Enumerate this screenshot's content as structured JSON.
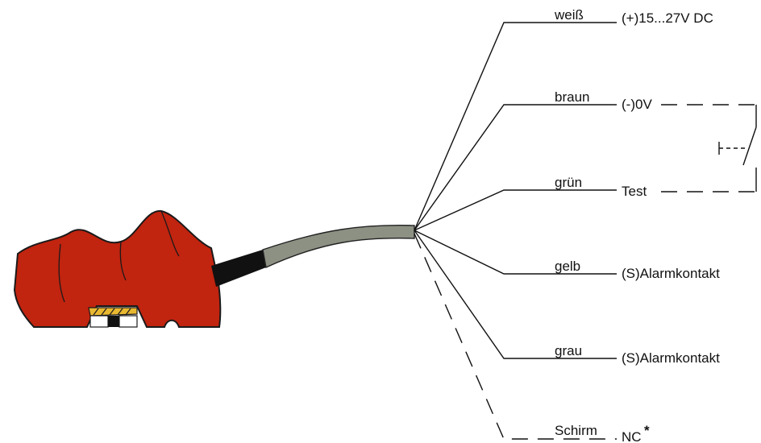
{
  "wires": [
    {
      "color_name": "weiß",
      "signal": "(+)15...27V DC"
    },
    {
      "color_name": "braun",
      "signal": "(-)0V"
    },
    {
      "color_name": "grün",
      "signal": "Test"
    },
    {
      "color_name": "gelb",
      "signal": "(S)Alarmkontakt"
    },
    {
      "color_name": "grau",
      "signal": "(S)Alarmkontakt"
    },
    {
      "color_name": "Schirm",
      "signal": "NC",
      "signal_mark": "*"
    }
  ],
  "colors": {
    "sensor_body": "#c1240f",
    "sensor_outline": "#1a1a1a",
    "cable_sleeve": "#8c9183",
    "cable_strain_relief": "#111111",
    "sensor_window": "#e8b830",
    "line": "#111111"
  },
  "icons": [
    "sensor-housing-icon",
    "cable-icon",
    "test-switch-icon"
  ]
}
